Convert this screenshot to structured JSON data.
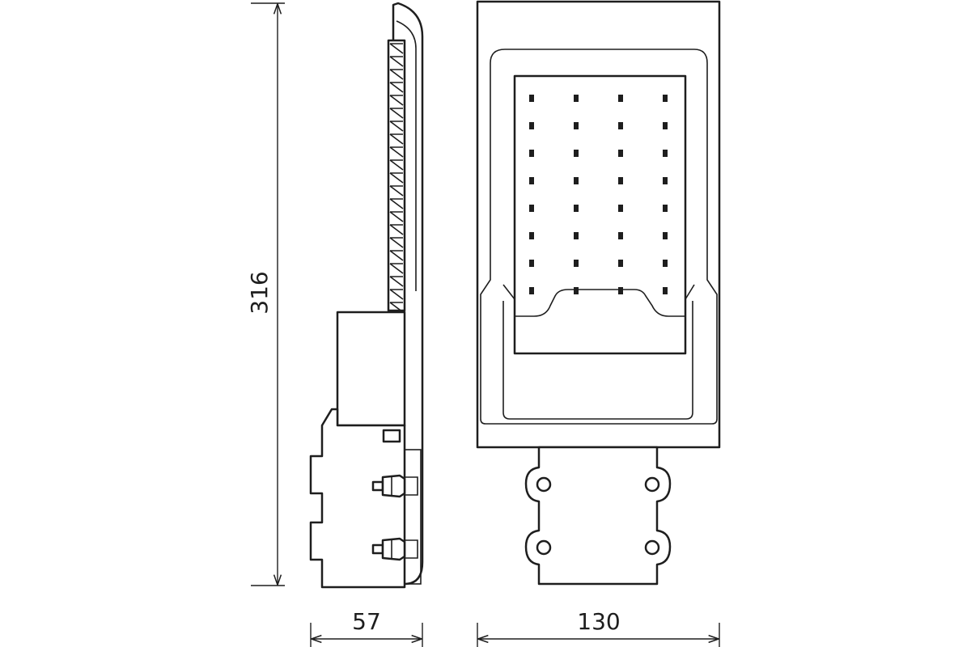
{
  "dimensions": {
    "height_label": "316",
    "side_width_label": "57",
    "front_width_label": "130"
  },
  "colors": {
    "line": "#1e1e1e",
    "background": "#ffffff"
  }
}
